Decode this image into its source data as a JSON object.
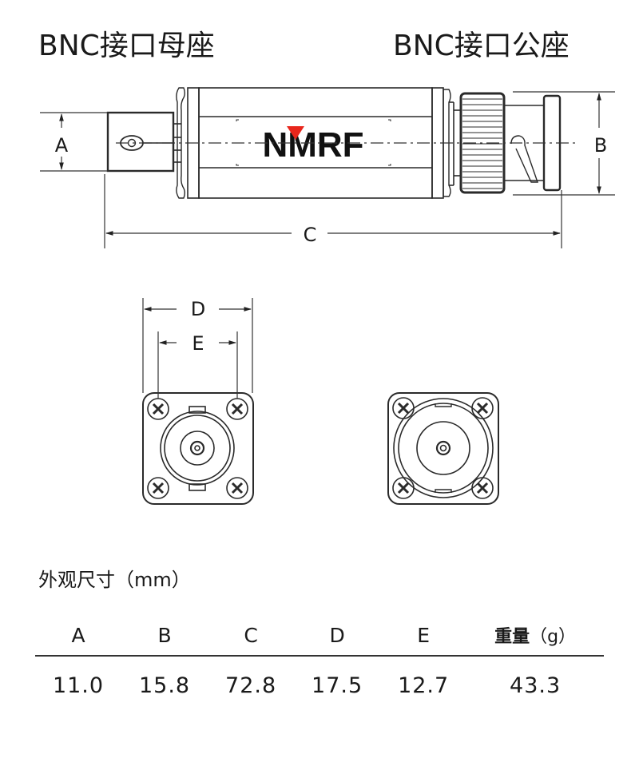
{
  "titles": {
    "female": "BNC接口母座",
    "male": "BNC接口公座"
  },
  "logo": {
    "text": "NMRF",
    "accent_color": "#e8261c"
  },
  "dimension_labels": {
    "a": "A",
    "b": "B",
    "c": "C",
    "d": "D",
    "e": "E"
  },
  "section": {
    "title": "外观尺寸（mm）"
  },
  "table": {
    "headers": [
      "A",
      "B",
      "C",
      "D",
      "E",
      "重量（g）"
    ],
    "weight_label": "重量",
    "weight_unit": "（g）",
    "values": [
      "11.0",
      "15.8",
      "72.8",
      "17.5",
      "12.7",
      "43.3"
    ]
  }
}
